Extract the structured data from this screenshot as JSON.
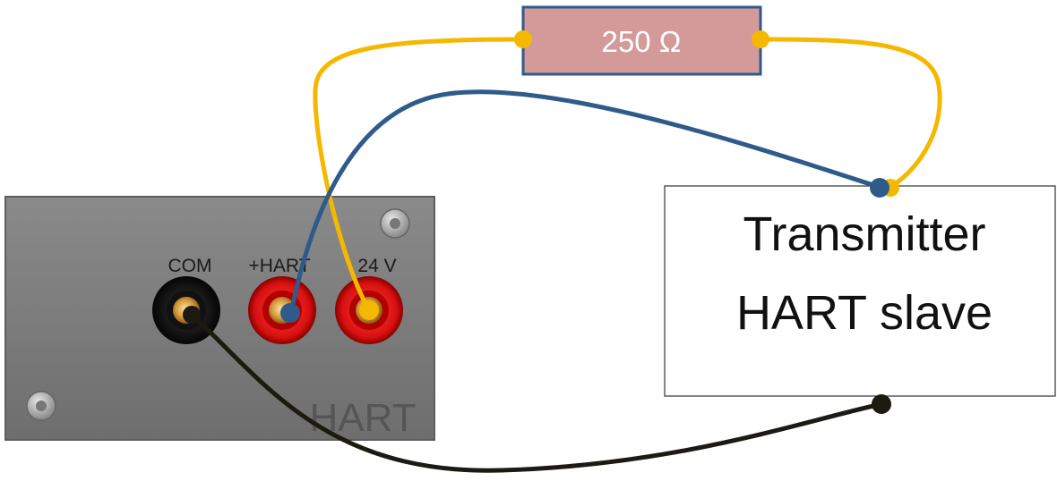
{
  "resistor": {
    "label": "250 Ω",
    "fill": "#d49a9a",
    "border": "#2e5b8a"
  },
  "panel": {
    "labels": {
      "com": "COM",
      "hart": "+HART",
      "v24": "24 V"
    },
    "brand": "HART",
    "color": "#7b7b7b"
  },
  "transmitter": {
    "line1": "Transmitter",
    "line2": "HART slave"
  },
  "wires": {
    "yellow": "#f5b800",
    "blue": "#2e5b8a",
    "black": "#1d1a12"
  }
}
